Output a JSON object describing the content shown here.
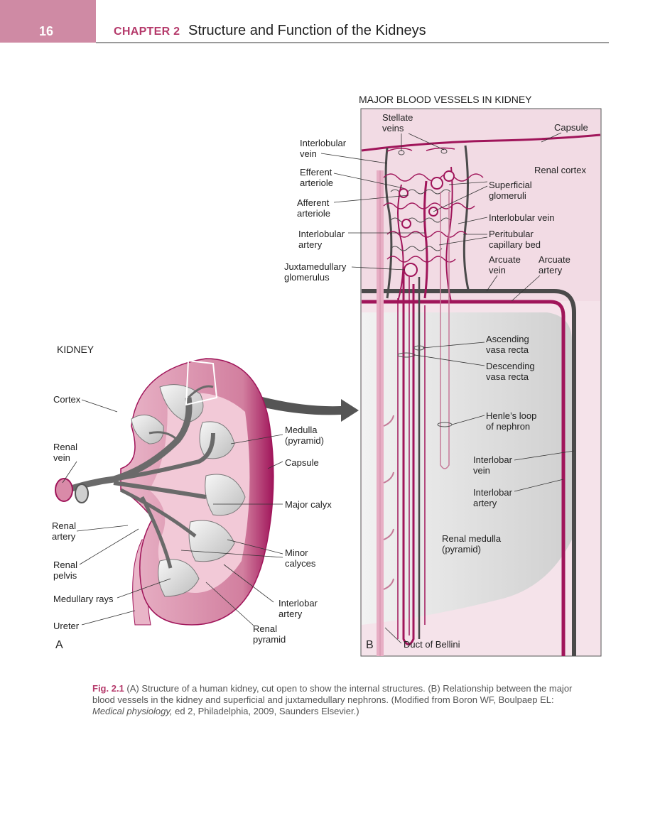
{
  "header": {
    "page_number": "16",
    "chapter_label": "CHAPTER 2",
    "chapter_title": "Structure and Function of the Kidneys"
  },
  "figure": {
    "panel_b_title": "MAJOR BLOOD VESSELS IN KIDNEY",
    "panel_a_title": "KIDNEY",
    "panel_a_letter": "A",
    "panel_b_letter": "B",
    "labels_b_left": {
      "stellate_veins": "Stellate\nveins",
      "interlobular_vein": "Interlobular\nvein",
      "efferent_arteriole": "Efferent\narteriole",
      "afferent_arteriole": "Afferent\narteriole",
      "interlobular_artery": "Interlobular\nartery",
      "juxtamedullary_glomerulus": "Juxtamedullary\nglomerulus"
    },
    "labels_b_right": {
      "capsule": "Capsule",
      "renal_cortex": "Renal cortex",
      "superficial_glomeruli": "Superficial\nglomeruli",
      "interlobular_vein": "Interlobular vein",
      "peritubular_capillary_bed": "Peritubular\ncapillary bed",
      "arcuate_vein": "Arcuate\nvein",
      "arcuate_artery": "Arcuate\nartery",
      "ascending_vasa_recta": "Ascending\nvasa recta",
      "descending_vasa_recta": "Descending\nvasa recta",
      "henles_loop": "Henle’s loop\nof nephron",
      "interlobar_vein": "Interlobar\nvein",
      "interlobar_artery": "Interlobar\nartery",
      "renal_medulla": "Renal medulla\n(pyramid)",
      "duct_of_bellini": "Duct of Bellini"
    },
    "labels_a": {
      "cortex": "Cortex",
      "renal_vein": "Renal\nvein",
      "renal_artery": "Renal\nartery",
      "renal_pelvis": "Renal\npelvis",
      "medullary_rays": "Medullary rays",
      "ureter": "Ureter",
      "medulla": "Medulla\n(pyramid)",
      "capsule": "Capsule",
      "major_calyx": "Major calyx",
      "minor_calyces": "Minor\ncalyces",
      "interlobar_artery": "Interlobar\nartery",
      "renal_pyramid": "Renal\npyramid"
    },
    "colors": {
      "artery": "#a0155a",
      "vein": "#4a4a4a",
      "cortex_fill": "#f0d5df",
      "medulla_fill": "#dedede",
      "kidney_pink": "#d98aa8",
      "capsule_dark": "#a0155a"
    }
  },
  "caption": {
    "fig_number": "Fig. 2.1",
    "text_1": " (A) Structure of a human kidney, cut open to show the internal structures. (B) Relationship between the major blood vessels in the kidney and superficial and juxtamedullary nephrons. (Modified from Boron WF, Boulpaep EL: ",
    "book_title": "Medical physiology,",
    "text_2": " ed 2, Philadelphia, 2009, Saunders Elsevier.)"
  }
}
